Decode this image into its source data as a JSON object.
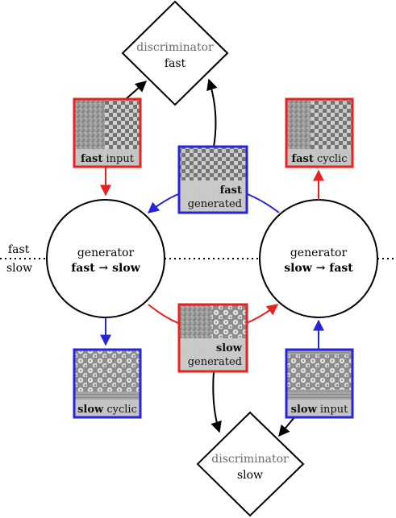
{
  "divider": {
    "top_label": "fast",
    "bottom_label": "slow"
  },
  "discriminators": {
    "fast": {
      "line1": "discriminator",
      "line2": "fast"
    },
    "slow": {
      "line1": "discriminator",
      "line2": "slow"
    }
  },
  "generators": {
    "fast_to_slow": {
      "line1": "generator",
      "line2": "fast → slow"
    },
    "slow_to_fast": {
      "line1": "generator",
      "line2": "slow → fast"
    }
  },
  "panels": {
    "fast_input": {
      "bold": "fast",
      "rest": " input",
      "color": "#e8221e"
    },
    "fast_cyclic": {
      "bold": "fast",
      "rest": " cyclic",
      "color": "#e8221e"
    },
    "fast_generated": {
      "bold": "fast",
      "rest": "generated",
      "color": "#2626d8"
    },
    "slow_generated": {
      "bold": "slow",
      "rest": "generated",
      "color": "#e8221e"
    },
    "slow_cyclic": {
      "bold": "slow",
      "rest": " cyclic",
      "color": "#2626d8"
    },
    "slow_input": {
      "bold": "slow",
      "rest": " input",
      "color": "#2626d8"
    }
  },
  "colors": {
    "red": "#e8221e",
    "blue": "#2626d8",
    "black": "#000000"
  }
}
